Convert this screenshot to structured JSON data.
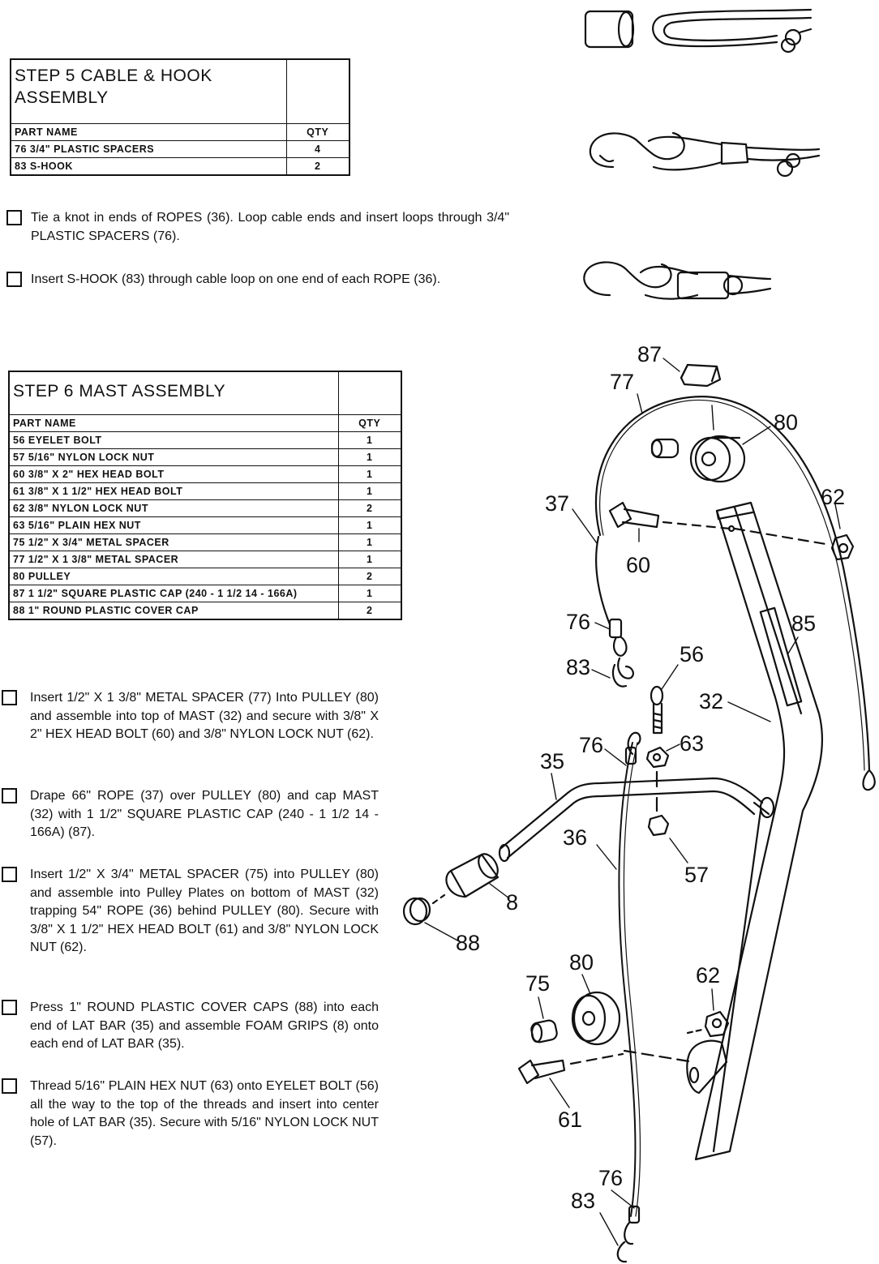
{
  "step5": {
    "title_line1": "STEP 5    CABLE & HOOK",
    "title_line2": "ASSEMBLY",
    "header_part": "PART NAME",
    "header_qty": "QTY",
    "rows": [
      {
        "part": "76  3/4\" PLASTIC SPACERS",
        "qty": "4"
      },
      {
        "part": "83  S-HOOK",
        "qty": "2"
      }
    ],
    "instructions": [
      "Tie a knot in ends of ROPES (36).  Loop cable ends and insert loops through 3/4\" PLASTIC SPACERS (76).",
      "Insert S-HOOK (83) through cable loop on one end of each ROPE (36)."
    ]
  },
  "step6": {
    "title": "STEP 6    MAST ASSEMBLY",
    "header_part": "PART NAME",
    "header_qty": "QTY",
    "rows": [
      {
        "part": "56  EYELET BOLT",
        "qty": "1"
      },
      {
        "part": "57  5/16\" NYLON LOCK NUT",
        "qty": "1"
      },
      {
        "part": "60  3/8\" X 2\" HEX HEAD BOLT",
        "qty": "1"
      },
      {
        "part": "61  3/8\" X 1 1/2\" HEX HEAD BOLT",
        "qty": "1"
      },
      {
        "part": "62  3/8\" NYLON LOCK NUT",
        "qty": "2"
      },
      {
        "part": "63  5/16\" PLAIN HEX NUT",
        "qty": "1"
      },
      {
        "part": "75  1/2\" X 3/4\" METAL SPACER",
        "qty": "1"
      },
      {
        "part": "77  1/2\" X 1 3/8\" METAL SPACER",
        "qty": "1"
      },
      {
        "part": "80  PULLEY",
        "qty": "2"
      },
      {
        "part": "87  1 1/2\" SQUARE PLASTIC CAP  (240 - 1 1/2   14 - 166A)",
        "qty": "1"
      },
      {
        "part": "88  1\" ROUND PLASTIC COVER CAP",
        "qty": "2"
      }
    ],
    "instructions": [
      "Insert 1/2\" X 1 3/8\" METAL SPACER (77) Into PULLEY (80) and assemble into top of MAST (32) and secure with 3/8\" X 2\" HEX HEAD BOLT (60) and 3/8\" NYLON LOCK NUT (62).",
      "Drape 66\" ROPE (37) over PULLEY (80) and cap MAST (32) with 1 1/2\" SQUARE PLASTIC CAP (240 - 1 1/2  14 - 166A) (87).",
      "Insert 1/2\" X 3/4\" METAL SPACER (75) into PULLEY (80) and assemble into Pulley Plates on bottom of MAST (32) trapping 54\" ROPE (36) behind PULLEY (80).  Secure with 3/8\" X 1 1/2\" HEX HEAD BOLT (61) and 3/8\" NYLON LOCK NUT (62).",
      "Press 1\" ROUND PLASTIC COVER CAPS (88) into each end of LAT BAR (35) and assemble FOAM GRIPS (8) onto each end of LAT BAR (35).",
      "Thread 5/16\" PLAIN HEX NUT (63) onto EYELET BOLT (56) all the way to the top of the threads and insert into center hole of LAT BAR (35).  Secure with 5/16\" NYLON LOCK NUT (57)."
    ]
  },
  "diagram": {
    "callouts": {
      "c87": "87",
      "c77": "77",
      "c80a": "80",
      "c37": "37",
      "c62a": "62",
      "c60": "60",
      "c76a": "76",
      "c85": "85",
      "c83a": "83",
      "c56": "56",
      "c32": "32",
      "c76b": "76",
      "c63": "63",
      "c35": "35",
      "c36": "36",
      "c57": "57",
      "c8": "8",
      "c88": "88",
      "c80b": "80",
      "c75": "75",
      "c62b": "62",
      "c61": "61",
      "c76c": "76",
      "c83b": "83"
    }
  }
}
